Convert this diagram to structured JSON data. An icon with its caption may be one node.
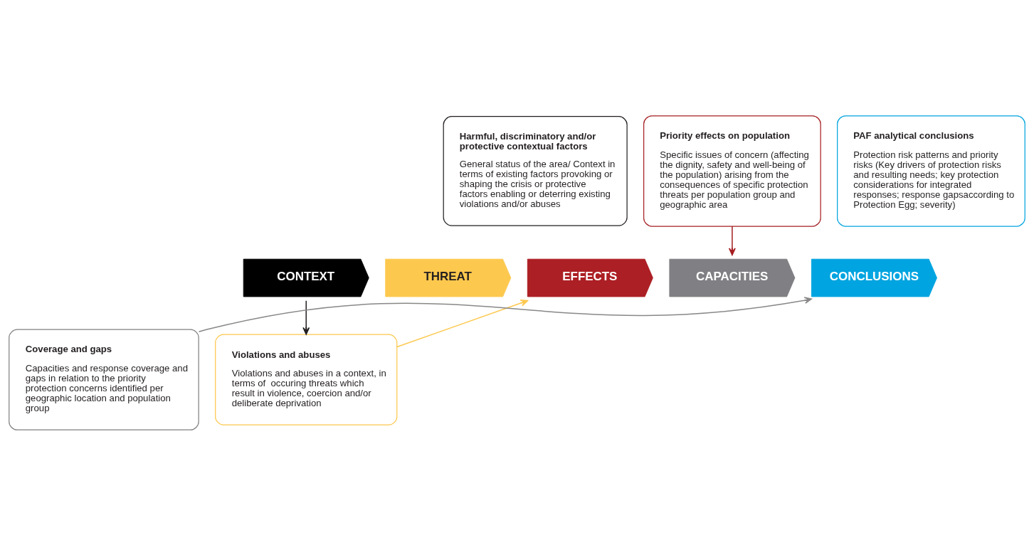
{
  "diagram": {
    "nodes": [
      {
        "text": [
          "Harmful, discriminatory and/or protective contextual factors",
          "General status of the area/ Context in terms of existing factors provoking or shaping the crisis or protective factors enabling or deterring existing violations and/or abuses"
        ]
      },
      {
        "text": [
          "Priority effects on population",
          "Specific issues of concern (affecting the dignity, safety and well-being of the population) arising from the consequences of specific protection threats per population group and geographic area"
        ]
      },
      {
        "text": [
          "PAF analytical conclusions",
          "Protection risk patterns and priority risks (Key drivers of protection risks and resulting needs; key protection considerations for integrated responses; response gapsaccording to Protection Egg; severity)"
        ]
      },
      {
        "text": [
          "CONTEXT"
        ]
      },
      {
        "text": [
          "THREAT"
        ]
      },
      {
        "text": [
          "EFFECTS"
        ]
      },
      {
        "text": [
          "CAPACITIES"
        ]
      },
      {
        "text": [
          "CONCLUSIONS"
        ]
      },
      {
        "text": [
          "Violations and abuses",
          "Violations and abuses in a context, in terms of  occuring threats which result in violence, coercion and/or deliberate deprivation"
        ]
      },
      {
        "text": [
          "Coverage and gaps",
          "Capacities and response coverage and gaps in relation to the priority protection concerns identified per geographic location and population group"
        ]
      }
    ],
    "edges": [
      {
        "from": 3,
        "to": 8,
        "arrow": "to",
        "color": "#231f20"
      },
      {
        "from": 8,
        "to": 5,
        "arrow": "to",
        "color": "#fdc84e"
      },
      {
        "from": 1,
        "to": 6,
        "arrow": "to",
        "color": "#a51e22"
      },
      {
        "from": 9,
        "to": 7,
        "arrow": "to",
        "color": "#888888"
      }
    ]
  }
}
